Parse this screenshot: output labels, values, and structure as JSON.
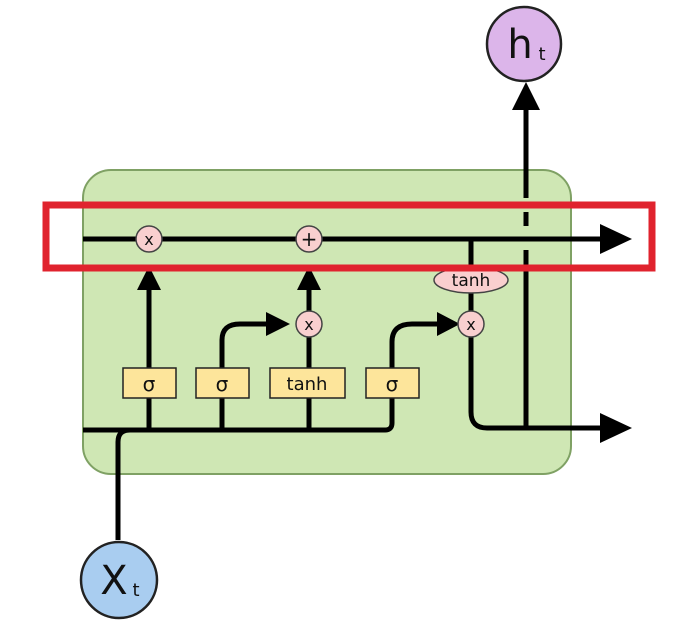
{
  "colors": {
    "cell_fill": "#cfe7b4",
    "cell_stroke": "#7fa164",
    "layer_fill": "#fde59b",
    "layer_stroke": "#222222",
    "op_fill": "#f9cfcf",
    "op_stroke": "#444444",
    "output_fill": "#dcb5ea",
    "input_fill": "#a9cdf0",
    "highlight": "#e0232e",
    "line": "#000000"
  },
  "nodes": {
    "output": {
      "main": "h",
      "sub": "t"
    },
    "input": {
      "main": "X",
      "sub": "t"
    }
  },
  "layers": {
    "forget_gate": "σ",
    "input_gate": "σ",
    "candidate": "tanh",
    "output_gate": "σ"
  },
  "ops": {
    "forget_multiply": "x",
    "add": "+",
    "input_multiply": "x",
    "output_multiply": "x",
    "output_tanh": "tanh"
  },
  "highlight": {
    "target": "cell state line"
  }
}
